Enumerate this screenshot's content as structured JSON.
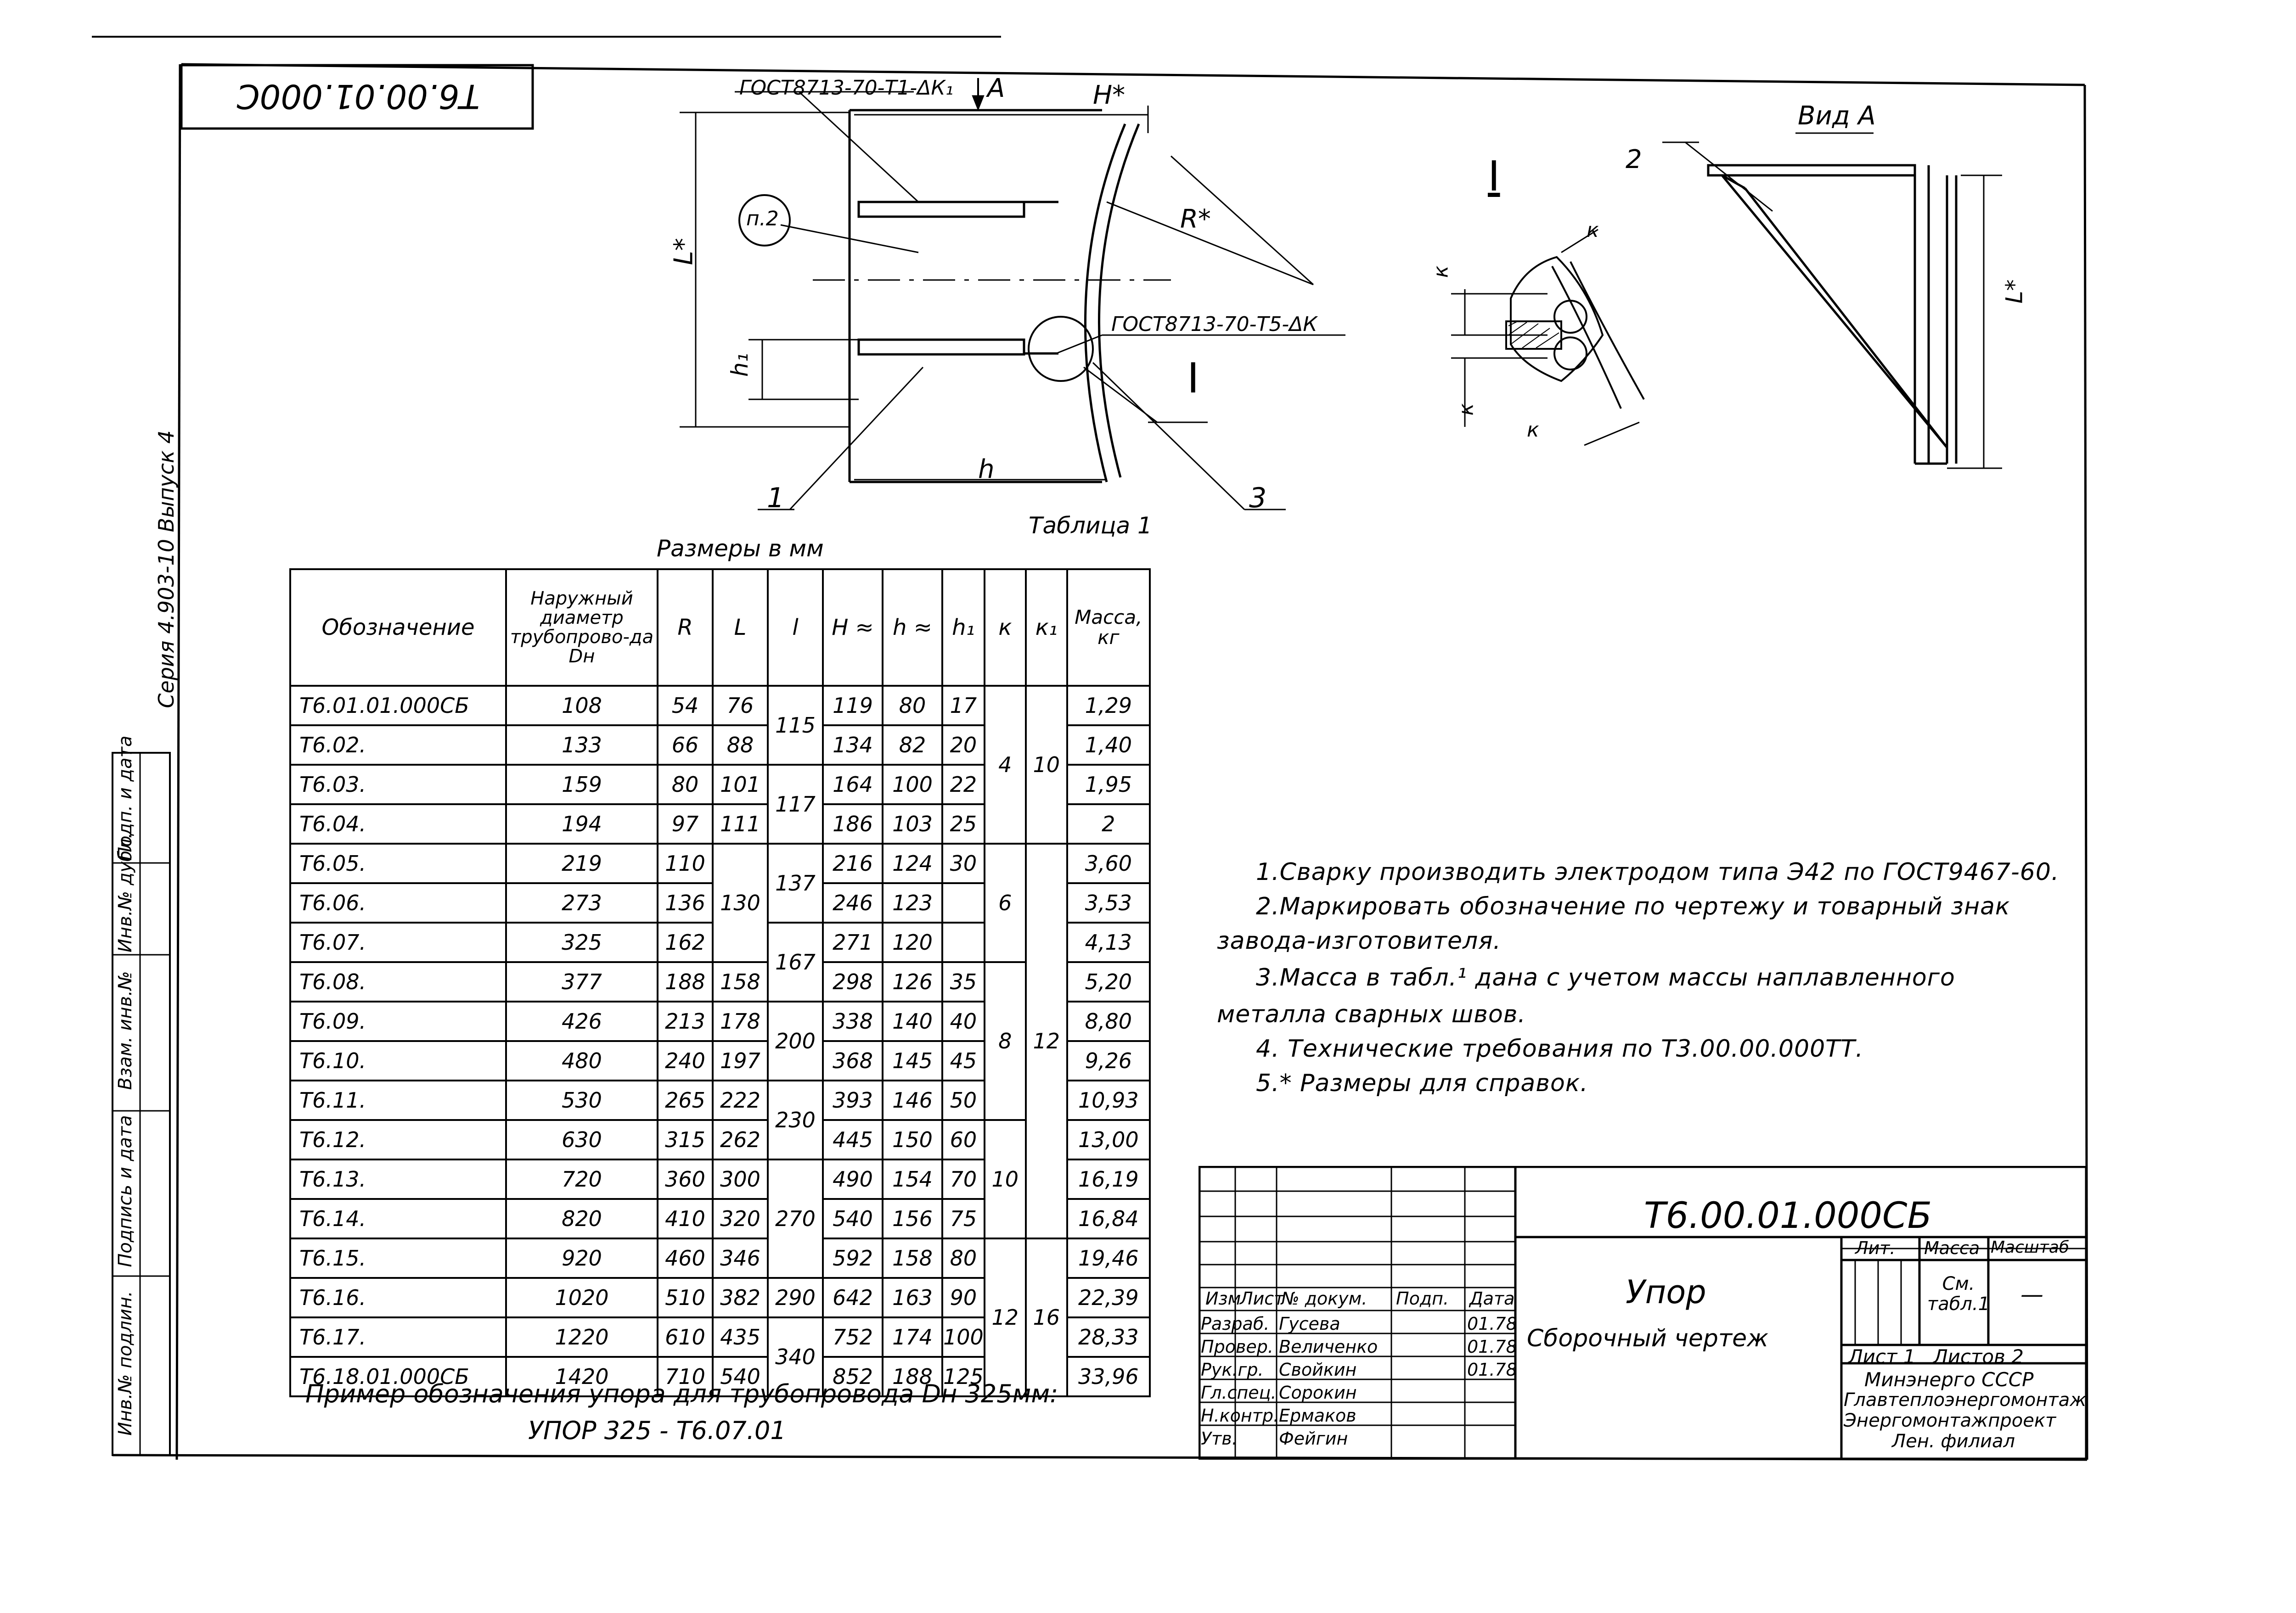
{
  "drawing": {
    "code_rotated": "T6.00.01.000C",
    "weld_callout_top": "ГОСТ8713-70-Т1-ΔК₁",
    "weld_callout_mid": "ГОСТ8713-70-Т5-ΔК",
    "view_label": "А",
    "dim_H": "H*",
    "dim_R": "R*",
    "dim_L": "L*",
    "dim_h1": "h₁",
    "dim_h": "h",
    "pos_p2": "п.2",
    "pos_1": "1",
    "pos_2": "2",
    "pos_3": "3",
    "detail_I": "I",
    "detail_I_label": "I",
    "weld_k": "к",
    "vid_a": "Вид А",
    "dim_l_side": "L*"
  },
  "series_label": "Серия 4.903-10   Выпуск 4",
  "left_strip": {
    "items": [
      "Инв.№ подлин.",
      "Подпись и дата",
      "Взам. инв.№",
      "Инв.№ дубл.",
      "Подп. и дата"
    ]
  },
  "table1": {
    "caption_right": "Таблица 1",
    "caption_units": "Размеры в мм",
    "headers": [
      "Обозначение",
      "Наружный диаметр трубопрово-да Dн",
      "R",
      "L",
      "l",
      "H ≈",
      "h ≈",
      "h₁",
      "к",
      "к₁",
      "Масса, кг"
    ],
    "rows": [
      [
        "Т6.01.01.000СБ",
        "108",
        "54",
        "76",
        "115",
        "119",
        "80",
        "17",
        "4",
        "10",
        "1,29"
      ],
      [
        "Т6.02.",
        "133",
        "66",
        "88",
        "",
        "134",
        "82",
        "20",
        "",
        "",
        "1,40"
      ],
      [
        "Т6.03.",
        "159",
        "80",
        "101",
        "117",
        "164",
        "100",
        "22",
        "",
        "",
        "1,95"
      ],
      [
        "Т6.04.",
        "194",
        "97",
        "111",
        "",
        "186",
        "103",
        "25",
        "",
        "",
        "2"
      ],
      [
        "Т6.05.",
        "219",
        "110",
        "130",
        "137",
        "216",
        "124",
        "30",
        "6",
        "12",
        "3,60"
      ],
      [
        "Т6.06.",
        "273",
        "136",
        "",
        "",
        "246",
        "123",
        "",
        "",
        "",
        "3,53"
      ],
      [
        "Т6.07.",
        "325",
        "162",
        "",
        "167",
        "271",
        "120",
        "",
        "",
        "",
        "4,13"
      ],
      [
        "Т6.08.",
        "377",
        "188",
        "158",
        "",
        "298",
        "126",
        "35",
        "8",
        "",
        "5,20"
      ],
      [
        "Т6.09.",
        "426",
        "213",
        "178",
        "200",
        "338",
        "140",
        "40",
        "",
        "",
        "8,80"
      ],
      [
        "Т6.10.",
        "480",
        "240",
        "197",
        "",
        "368",
        "145",
        "45",
        "",
        "",
        "9,26"
      ],
      [
        "Т6.11.",
        "530",
        "265",
        "222",
        "230",
        "393",
        "146",
        "50",
        "",
        "",
        "10,93"
      ],
      [
        "Т6.12.",
        "630",
        "315",
        "262",
        "",
        "445",
        "150",
        "60",
        "10",
        "",
        "13,00"
      ],
      [
        "Т6.13.",
        "720",
        "360",
        "300",
        "270",
        "490",
        "154",
        "70",
        "",
        "",
        "16,19"
      ],
      [
        "Т6.14.",
        "820",
        "410",
        "320",
        "",
        "540",
        "156",
        "75",
        "",
        "",
        "16,84"
      ],
      [
        "Т6.15.",
        "920",
        "460",
        "346",
        "",
        "592",
        "158",
        "80",
        "12",
        "16",
        "19,46"
      ],
      [
        "Т6.16.",
        "1020",
        "510",
        "382",
        "290",
        "642",
        "163",
        "90",
        "",
        "",
        "22,39"
      ],
      [
        "Т6.17.",
        "1220",
        "610",
        "435",
        "340",
        "752",
        "174",
        "100",
        "",
        "",
        "28,33"
      ],
      [
        "Т6.18.01.000СБ",
        "1420",
        "710",
        "540",
        "",
        "852",
        "188",
        "125",
        "",
        "",
        "33,96"
      ]
    ]
  },
  "example": {
    "line1": "Пример обозначения упора для трубопровода Dн 325мм:",
    "line2": "УПОР 325 - Т6.07.01"
  },
  "notes": [
    "1.Сварку производить электродом типа Э42 по ГОСТ9467-60.",
    "2.Маркировать обозначение по чертежу и товарный знак",
    "завода-изготовителя.",
    "3.Масса в табл.¹ дана с учетом массы наплавленного",
    "металла сварных швов.",
    "4. Технические требования по Т3.00.00.000ТТ.",
    "5.* Размеры для справок."
  ],
  "title_block": {
    "doc_code": "Т6.00.01.000СБ",
    "name": "Упор",
    "subtitle": "Сборочный чертеж",
    "col_headers": [
      "Изм",
      "Лист",
      "№ докум.",
      "Подп.",
      "Дата"
    ],
    "lit_label": "Лит.",
    "mass_label": "Масса",
    "scale_label": "Масштаб",
    "mass_value": "См. табл.1",
    "scale_value": "—",
    "sheet": "Лист 1",
    "sheets": "Листов 2",
    "org_lines": [
      "Минэнерго СССР",
      "Главтеплоэнергомонтаж",
      "Энергомонтажпроект",
      "Лен. филиал"
    ],
    "roles": [
      {
        "role": "Разраб.",
        "name": "Гусева",
        "date": "01.78"
      },
      {
        "role": "Провер.",
        "name": "Величенко",
        "date": "01.78"
      },
      {
        "role": "Рук.гр.",
        "name": "Свойкин",
        "date": "01.78"
      },
      {
        "role": "Гл.спец.",
        "name": "Сорокин",
        "date": ""
      },
      {
        "role": "Н.контр.",
        "name": "Ермаков",
        "date": ""
      },
      {
        "role": "Утв.",
        "name": "Фейгин",
        "date": ""
      }
    ]
  }
}
